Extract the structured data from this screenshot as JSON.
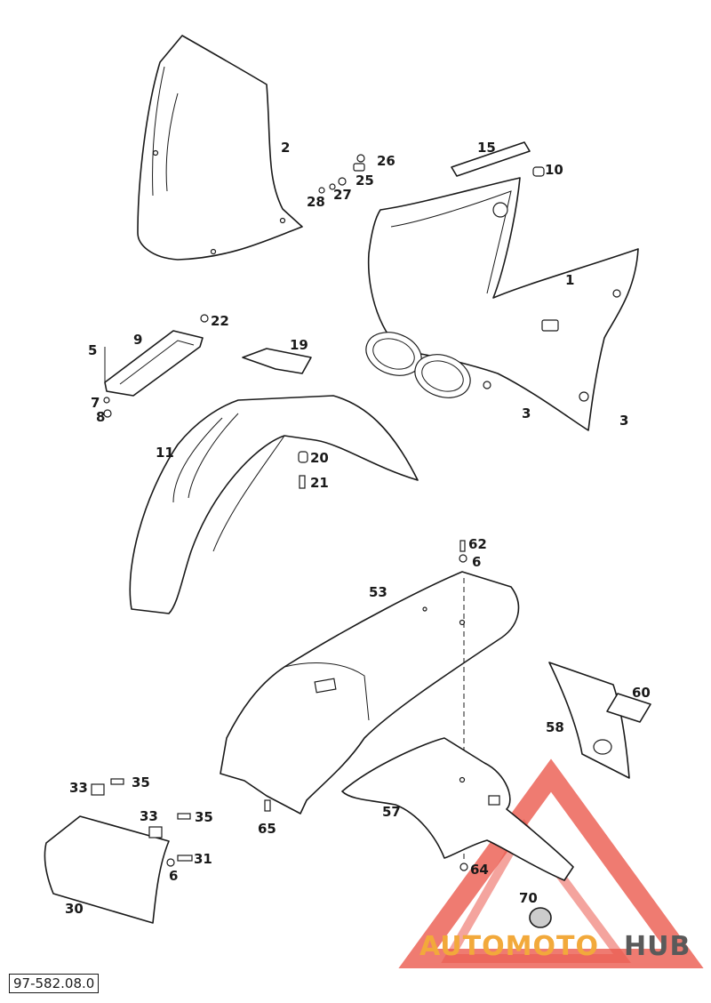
{
  "diagram": {
    "reference_code": "97-582.08.0",
    "labels": {
      "p1": "1",
      "p2": "2",
      "p3a": "3",
      "p3b": "3",
      "p5": "5",
      "p6a": "6",
      "p6b": "6",
      "p7": "7",
      "p8": "8",
      "p9": "9",
      "p10": "10",
      "p11": "11",
      "p15": "15",
      "p19": "19",
      "p20": "20",
      "p21": "21",
      "p22": "22",
      "p25": "25",
      "p26": "26",
      "p27": "27",
      "p28": "28",
      "p30": "30",
      "p31": "31",
      "p33a": "33",
      "p33b": "33",
      "p35a": "35",
      "p35b": "35",
      "p53": "53",
      "p57": "57",
      "p58": "58",
      "p60": "60",
      "p62": "62",
      "p64": "64",
      "p65": "65",
      "p70": "70"
    }
  },
  "watermark": {
    "brand_part1": "AUTOMOTO",
    "brand_part2": "HUB",
    "colors": {
      "red": "#e8473a",
      "orange": "#f2a93b",
      "gray": "#5a5a5a"
    }
  }
}
